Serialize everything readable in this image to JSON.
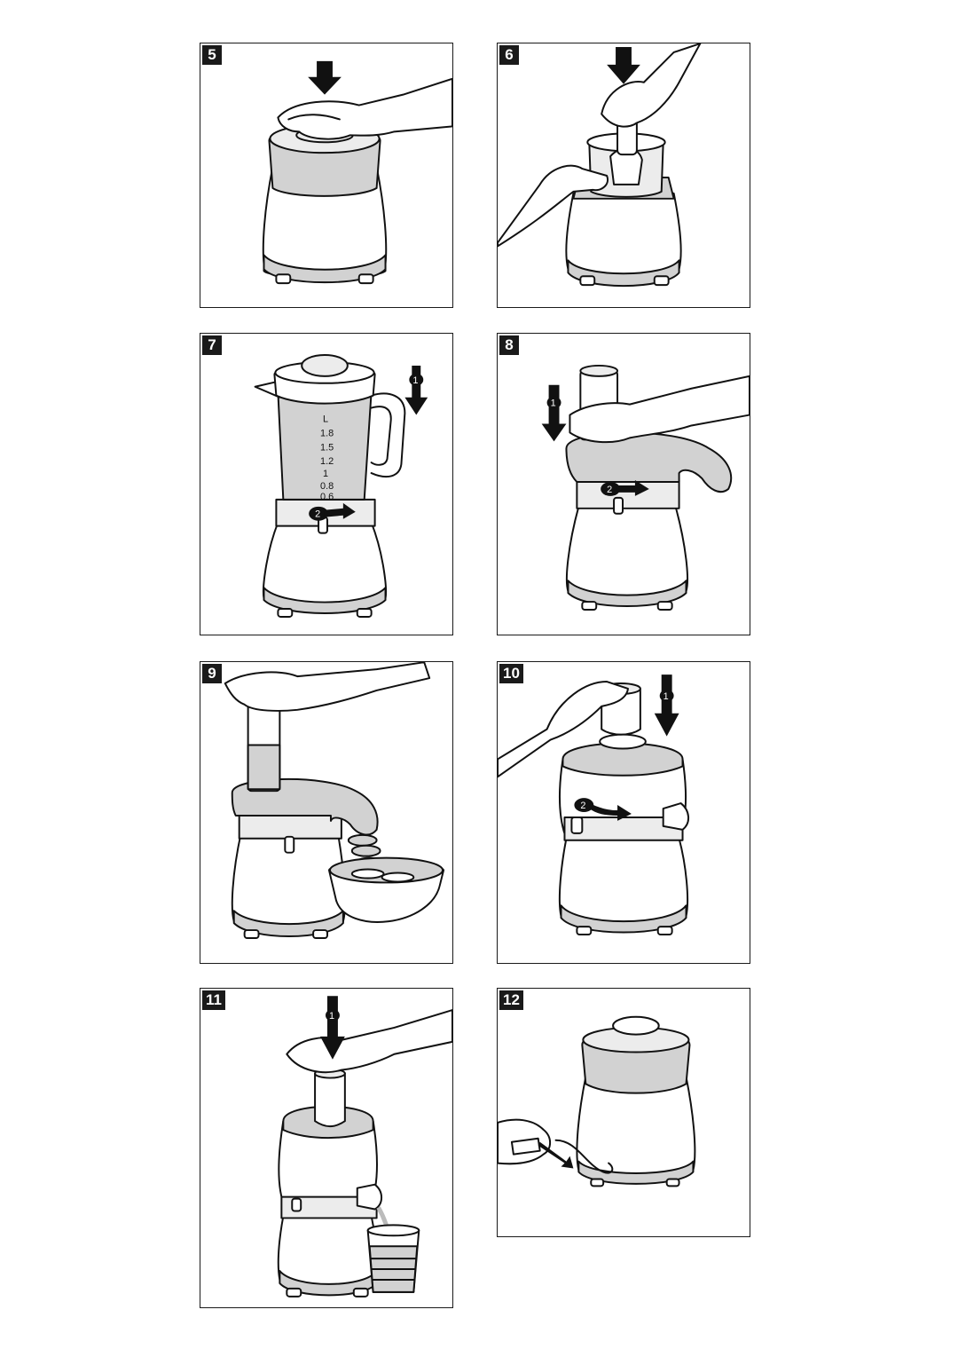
{
  "panels": [
    {
      "number": "5"
    },
    {
      "number": "6"
    },
    {
      "number": "7",
      "steps": [
        "1",
        "2"
      ]
    },
    {
      "number": "8",
      "steps": [
        "1",
        "2"
      ]
    },
    {
      "number": "9"
    },
    {
      "number": "10",
      "steps": [
        "1",
        "2"
      ]
    },
    {
      "number": "11",
      "steps": [
        "1"
      ]
    },
    {
      "number": "12"
    }
  ],
  "jug_markings": [
    "L",
    "1.8",
    "1.5",
    "1.2",
    "1",
    "0.8",
    "0.6"
  ],
  "colors": {
    "line": "#111111",
    "fill_gray": "#d2d2d2",
    "fill_light": "#ececec",
    "badge": "#1a1a1a"
  }
}
